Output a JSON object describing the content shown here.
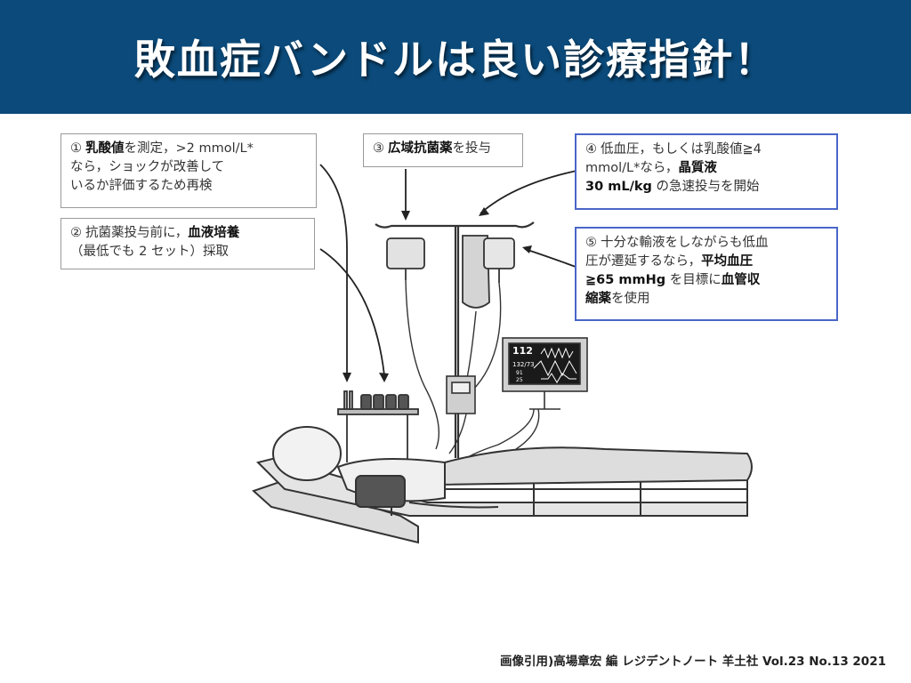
{
  "title": "敗血症バンドルは良い診療指針！",
  "callouts": [
    {
      "num": "①",
      "parts": [
        {
          "text": "乳酸値",
          "bold": true
        },
        {
          "text": "を測定，>2 mmol/L*",
          "bold": false
        },
        {
          "br": true
        },
        {
          "text": "なら，ショックが改善して",
          "bold": false
        },
        {
          "br": true
        },
        {
          "text": "いるか評価するため再検",
          "bold": false
        }
      ]
    },
    {
      "num": "②",
      "parts": [
        {
          "text": "抗菌薬投与前に，",
          "bold": false
        },
        {
          "text": "血液培養",
          "bold": true
        },
        {
          "br": true
        },
        {
          "text": "（最低でも 2 セット）採取",
          "bold": false
        }
      ]
    },
    {
      "num": "③",
      "parts": [
        {
          "text": "広域抗菌薬",
          "bold": true
        },
        {
          "text": "を投与",
          "bold": false
        }
      ]
    },
    {
      "num": "④",
      "parts": [
        {
          "text": "低血圧，もしくは乳酸値≧4",
          "bold": false
        },
        {
          "br": true
        },
        {
          "text": "mmol/L*なら，",
          "bold": false
        },
        {
          "text": "晶質液",
          "bold": true
        },
        {
          "br": true
        },
        {
          "text": "30 mL/kg",
          "bold": true
        },
        {
          "text": " の急速投与を開始",
          "bold": false
        }
      ]
    },
    {
      "num": "⑤",
      "parts": [
        {
          "text": "十分な輸液をしながらも低血",
          "bold": false
        },
        {
          "br": true
        },
        {
          "text": "圧が遷延するなら，",
          "bold": false
        },
        {
          "text": "平均血圧",
          "bold": true
        },
        {
          "br": true
        },
        {
          "text": "≧65 mmHg",
          "bold": true
        },
        {
          "text": " を目標に",
          "bold": false
        },
        {
          "text": "血管収",
          "bold": true
        },
        {
          "br": true
        },
        {
          "text": "縮薬",
          "bold": true
        },
        {
          "text": "を使用",
          "bold": false
        }
      ]
    }
  ],
  "monitor": {
    "hr": "112",
    "bp": "132/73",
    "line3": "91",
    "line4": "25"
  },
  "citation": "画像引用)高場章宏 編 レジデントノート 羊土社 Vol.23 No.13  2021",
  "colors": {
    "title_bg": "#0b4a7a",
    "title_text": "#ffffff",
    "callout_border_gray": "#9a9a9a",
    "callout_border_blue": "#4a66c8",
    "illustration_stroke": "#333333",
    "illustration_fill": "#d6d6d6"
  }
}
